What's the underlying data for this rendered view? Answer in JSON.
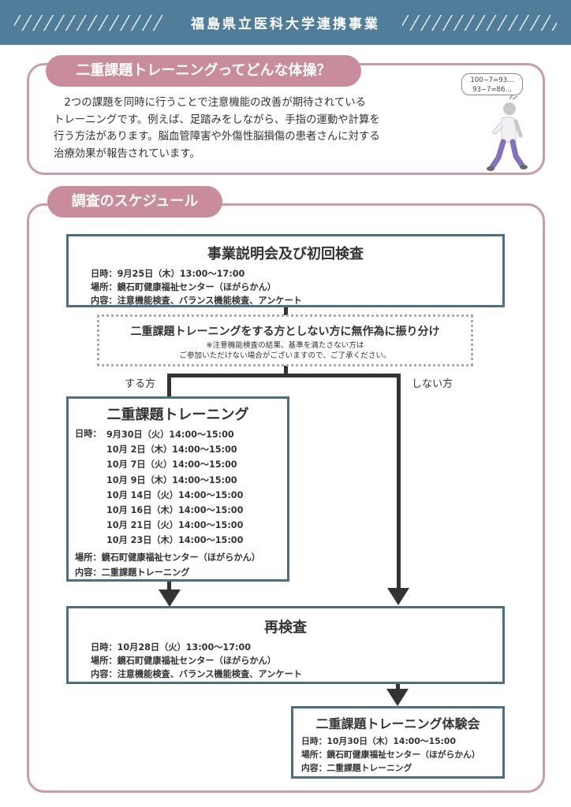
{
  "header": {
    "title": "福島県立医科大学連携事業"
  },
  "intro": {
    "heading": "二重課題トレーニングってどんな体操？",
    "lines": [
      "　2つの課題を同時に行うことで注意機能の改善が期待されている",
      "トレーニングです。例えば、足踏みをしながら、手指の運動や計算を",
      "行う方法があります。脳血管障害や外傷性脳損傷の患者さんに対する",
      "治療効果が報告されています。"
    ],
    "bubble": [
      "100−7=93…",
      "93−7=86…"
    ]
  },
  "schedule": {
    "heading": "調査のスケジュール",
    "step1": {
      "title": "事業説明会及び初回検査",
      "lines": [
        "日時：9月25日（木）13:00〜17:00",
        "場所：鏡石町健康福祉センター（ほがらかん）",
        "内容：注意機能検査、バランス機能検査、アンケート"
      ]
    },
    "assign": {
      "title": "二重課題トレーニングをする方としない方に無作為に振り分け",
      "note1": "※注意機能検査の結果、基準を満たさない方は",
      "note2": "ご参加いただけない場合がございますので、ご了承ください。"
    },
    "branch_yes": "する方",
    "branch_no": "しない方",
    "training": {
      "title": "二重課題トレーニング",
      "date_label": "日時：",
      "dates": [
        "9月30日（火）14:00〜15:00",
        "10月  2日（木）14:00〜15:00",
        "10月  7日（火）14:00〜15:00",
        "10月  9日（木）14:00〜15:00",
        "10月 14日（火）14:00〜15:00",
        "10月 16日（木）14:00〜15:00",
        "10月 21日（火）14:00〜15:00",
        "10月 23日（木）14:00〜15:00"
      ],
      "place": "場所：鏡石町健康福祉センター（ほがらかん）",
      "content": "内容：二重課題トレーニング"
    },
    "retest": {
      "title": "再検査",
      "lines": [
        "日時：10月28日（火）13:00〜17:00",
        "場所：鏡石町健康福祉センター（ほがらかん）",
        "内容：注意機能検査、バランス機能検査、アンケート"
      ]
    },
    "experience": {
      "title": "二重課題トレーニング体験会",
      "lines": [
        "日時：10月30日（木）14:00〜15:00",
        "場所：鏡石町健康福祉センター（ほがらかん）",
        "内容：二重課題トレーニング"
      ]
    }
  },
  "colors": {
    "header": "#4f7d9a",
    "pink": "#c98c9c",
    "pink_border": "#c99ca8",
    "box_border": "#4a6f87",
    "arrow": "#333333"
  }
}
